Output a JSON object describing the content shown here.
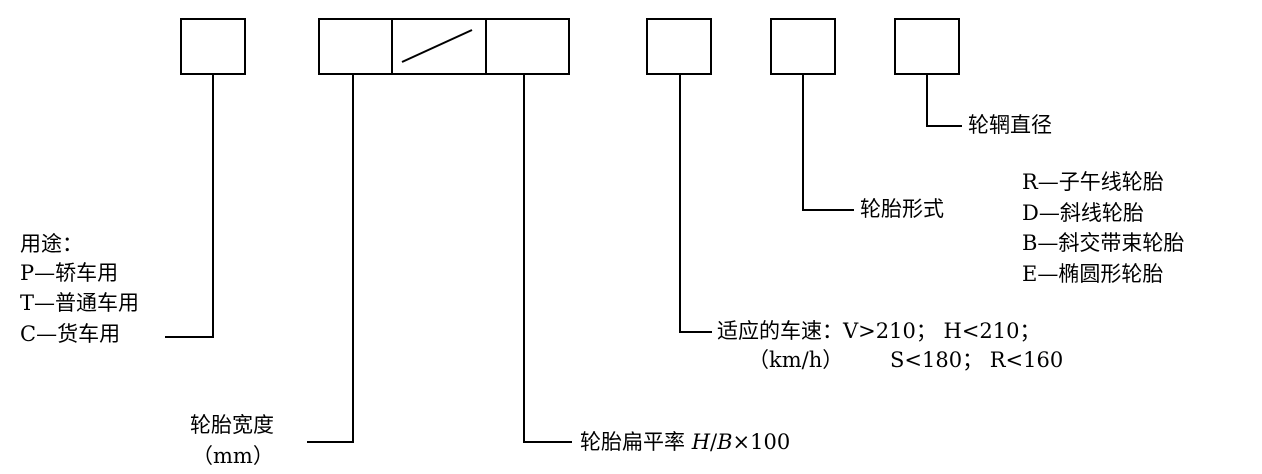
{
  "usage": {
    "title": "用途：",
    "items": [
      "P—轿车用",
      "T—普通车用",
      "C—货车用"
    ]
  },
  "width": {
    "label": "轮胎宽度",
    "unit": "（mm）"
  },
  "aspect": {
    "label_prefix": "轮胎扁平率 ",
    "label_h": "H",
    "label_slash": "/",
    "label_b": "B",
    "label_suffix": "×100"
  },
  "speed": {
    "label": "适应的车速：",
    "values_line1": "V>210；  H<210；",
    "unit": "（km/h）",
    "values_line2": "S<180；  R<160"
  },
  "structure": {
    "label": "轮胎形式",
    "types": [
      "R—子午线轮胎",
      "D—斜线轮胎",
      "B—斜交带束轮胎",
      "E—椭圆形轮胎"
    ]
  },
  "rim": {
    "label": "轮辋直径"
  }
}
